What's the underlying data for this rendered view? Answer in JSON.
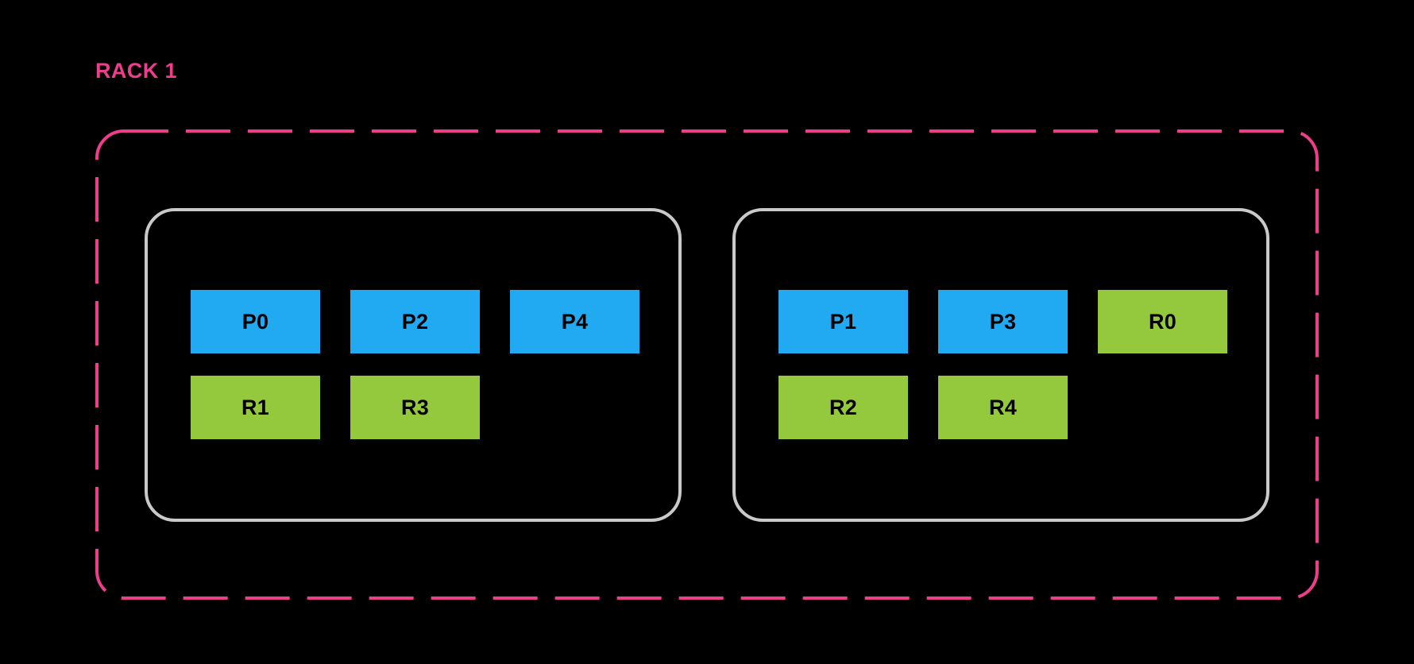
{
  "diagram": {
    "title": "RACK 1",
    "background_color": "#000000",
    "label_color": "#ec3e8a",
    "boundary": {
      "name": "rack-boundary",
      "style": "dashed",
      "color": "#ec3e8a",
      "dash": "56 22",
      "stroke_width": 4,
      "corner_radius": 34
    },
    "node_style": {
      "border_color": "#c9c9c9",
      "corner_radius": 38,
      "stroke_width": 4
    },
    "legend_colors": {
      "primary": "#21a9f1",
      "replica": "#94c93d",
      "text": "#000000"
    },
    "nodes": [
      {
        "name": "node-left",
        "rows": [
          [
            {
              "label": "P0",
              "kind": "primary"
            },
            {
              "label": "P2",
              "kind": "primary"
            },
            {
              "label": "P4",
              "kind": "primary"
            }
          ],
          [
            {
              "label": "R1",
              "kind": "replica"
            },
            {
              "label": "R3",
              "kind": "replica"
            },
            {
              "label": "",
              "kind": "empty"
            }
          ]
        ]
      },
      {
        "name": "node-right",
        "rows": [
          [
            {
              "label": "P1",
              "kind": "primary"
            },
            {
              "label": "P3",
              "kind": "primary"
            },
            {
              "label": "R0",
              "kind": "replica"
            }
          ],
          [
            {
              "label": "R2",
              "kind": "replica"
            },
            {
              "label": "R4",
              "kind": "replica"
            },
            {
              "label": "",
              "kind": "empty"
            }
          ]
        ]
      }
    ]
  }
}
